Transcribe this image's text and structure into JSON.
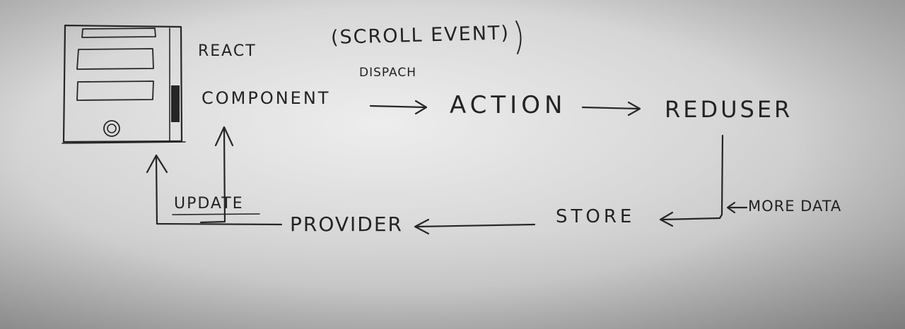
{
  "diagram": {
    "nodes": {
      "scroll_event": "(SCROLL EVENT)",
      "react": "REACT",
      "component": "COMPONENT",
      "action": "ACTION",
      "reduser": "REDUSER",
      "store": "STORE",
      "provider": "PROVIDER"
    },
    "edge_labels": {
      "dispach": "DISPACH",
      "update": "UPDATE",
      "more_data": "MORE DATA"
    }
  }
}
